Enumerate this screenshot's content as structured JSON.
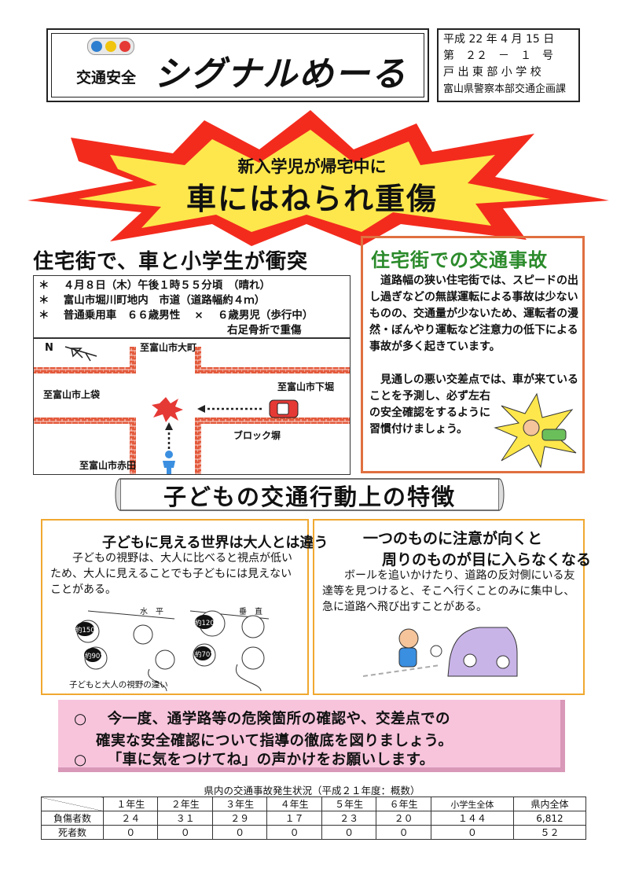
{
  "header": {
    "category": "交通安全",
    "title": "シグナルめーる",
    "signal_colors": [
      "#2f7fd0",
      "#f1c40f",
      "#e53935"
    ]
  },
  "issue": {
    "date": "平成 22 年 4 月 15 日",
    "number": "第　２２　－　１　号",
    "school": "戸 出 東 部 小 学 校",
    "issuer": "富山県警察本部交通企画課"
  },
  "headline": {
    "sub": "新入学児が帰宅中に",
    "main": "車にはねられ重傷",
    "burst_color": "#f32b1d",
    "burst_inner": "#fde74c"
  },
  "collision": {
    "title": "住宅街で、車と小学生が衝突",
    "facts": [
      "＊　 ４月８日（木）午後１時５５分頃　（晴れ）",
      "＊　 富山市堀川町地内　市道（道路幅約４ｍ）",
      "＊　 普通乗用車　６６歳男性　 ×　 ６歳男児（歩行中）"
    ],
    "injury": "右足骨折で重傷",
    "map": {
      "north": "N",
      "to_top": "至富山市大町",
      "to_right": "至富山市下堀",
      "to_left": "至富山市上袋",
      "to_bottom": "至富山市赤田",
      "wall": "ブロック塀",
      "wall_color": "#e35a3c"
    }
  },
  "residential": {
    "title": "住宅街での交通事故",
    "para1": "道路幅の狭い住宅街では、スピードの出し過ぎなどの無謀運転による事故は少ないものの、交通量が少ないため、運転者の漫然・ぼんやり運転など注意力の低下による事故が多く起きています。",
    "para2": "見通しの悪い交差点では、車が来ている",
    "para3": "ことを予測し、必ず左右の安全確認をするように習慣付けましょう。"
  },
  "children": {
    "banner": "子どもの交通行動上の特徴",
    "left_heading": "子どもに見える世界は大人とは違う",
    "left_text": "子どもの視野は、大人に比べると視点が低いため、大人に見えることでも子どもには見えないことがある。",
    "vision": {
      "horizontal": "水　平",
      "vertical": "垂　直",
      "child_h": "約150°",
      "adult_h": "約120°",
      "child_v": "約90°",
      "adult_v": "約70°",
      "caption": "子どもと大人の視野の違い"
    },
    "right_heading_1": "一つのものに注意が向くと",
    "right_heading_2": "周りのものが目に入らなくなる",
    "right_text": "ボールを追いかけたり、道路の反対側にいる友達等を見つけると、そこへ行くことのみに集中し、急に道路へ飛び出すことがある。"
  },
  "appeal": {
    "line1": "○　 今一度、通学路等の危険箇所の確認や、交差点での",
    "line2": "確実な安全確認について指導の徹底を図りましょう。",
    "line3": "○　 「車に気をつけてね」の声かけをお願いします。"
  },
  "stats": {
    "caption": "県内の交通事故発生状況（平成２１年度：概数）",
    "columns": [
      "",
      "１年生",
      "２年生",
      "３年生",
      "４年生",
      "５年生",
      "６年生",
      "小学生全体",
      "県内全体"
    ],
    "rows": [
      {
        "label": "負傷者数",
        "values": [
          "２４",
          "３１",
          "２９",
          "１７",
          "２３",
          "２０",
          "１４４",
          "6,812"
        ]
      },
      {
        "label": "死者数",
        "values": [
          "０",
          "０",
          "０",
          "０",
          "０",
          "０",
          "０",
          "５２"
        ]
      }
    ]
  }
}
